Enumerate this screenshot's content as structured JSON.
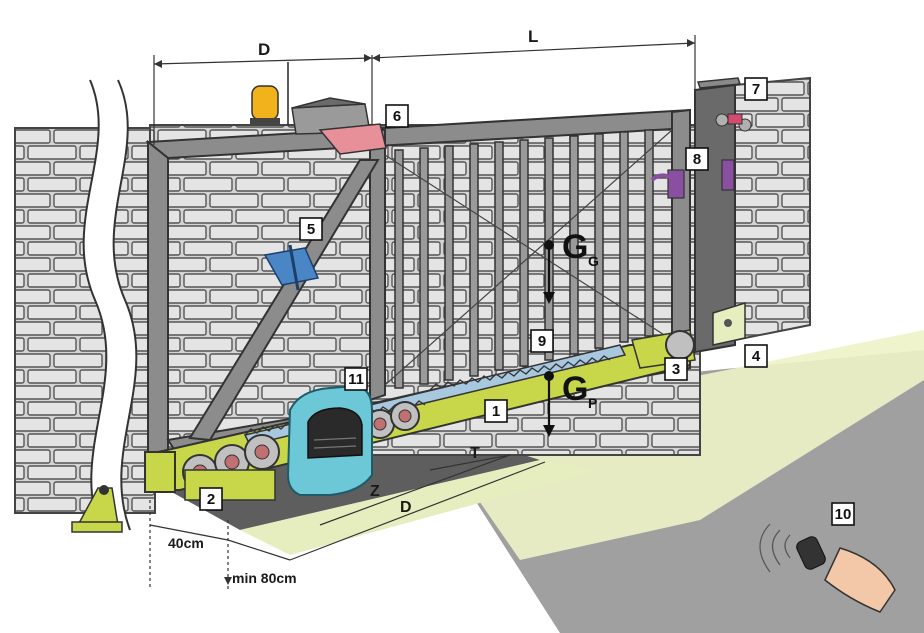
{
  "callouts": [
    "1",
    "2",
    "3",
    "4",
    "5",
    "6",
    "7",
    "8",
    "9",
    "10",
    "11"
  ],
  "dimensions": {
    "d_top": "D",
    "l_top": "L",
    "z": "Z",
    "d_bottom": "D",
    "t": "T",
    "clearance": "40cm",
    "min_depth": "min 80cm"
  },
  "forces": {
    "gate_weight_main": "G",
    "gate_weight_sub": "G",
    "rack_weight_main": "G",
    "rack_weight_sub": "P"
  },
  "colors": {
    "frame": "#8c8c8c",
    "wall": "#d9d9d9",
    "motor": "#6cc7d6",
    "rack": "#a8c8e0",
    "track": "#c8d64a",
    "ground": "#9a9a9a",
    "light_beam": "#e8f0c0",
    "lamp": "#f2b21b",
    "photocell": "#e8909a",
    "lock": "#8a4fa0"
  }
}
